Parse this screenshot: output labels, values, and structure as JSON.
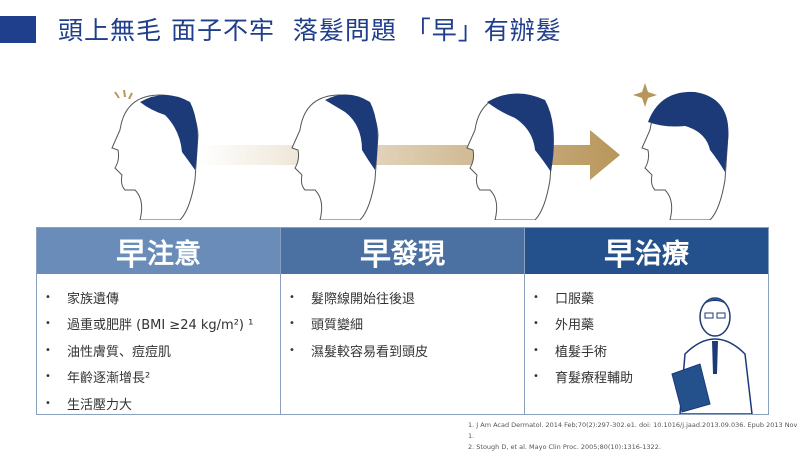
{
  "title": "頭上無毛 面子不牢  落髮問題 「早」有辦髮",
  "columns": [
    {
      "head_prefix": "早",
      "head_rest": "注意",
      "color": "#6a8cb8",
      "items": [
        "家族遺傳",
        "過重或肥胖 (BMI ≥24 kg/m²) ¹",
        "油性膚質、痘痘肌",
        "年齡逐漸增長²",
        "生活壓力大"
      ]
    },
    {
      "head_prefix": "早",
      "head_rest": "發現",
      "color": "#4b71a3",
      "items": [
        "髮際線開始往後退",
        "頭質變細",
        "濕髮較容易看到頭皮"
      ]
    },
    {
      "head_prefix": "早",
      "head_rest": "治療",
      "color": "#24508c",
      "items": [
        "口服藥",
        "外用藥",
        "植髮手術",
        "育髮療程輔助"
      ]
    }
  ],
  "references": [
    "1. J Am Acad Dermatol. 2014 Feb;70(2):297-302.e1. doi: 10.1016/j.jaad.2013.09.036. Epub 2013 Nov 1.",
    "2. Stough D, et al. Mayo Clin Proc. 2005;80(10):1316-1322."
  ],
  "colors": {
    "brand": "#1f3f8c",
    "arrow": "#b8955a",
    "hair": "#1c3a78"
  }
}
